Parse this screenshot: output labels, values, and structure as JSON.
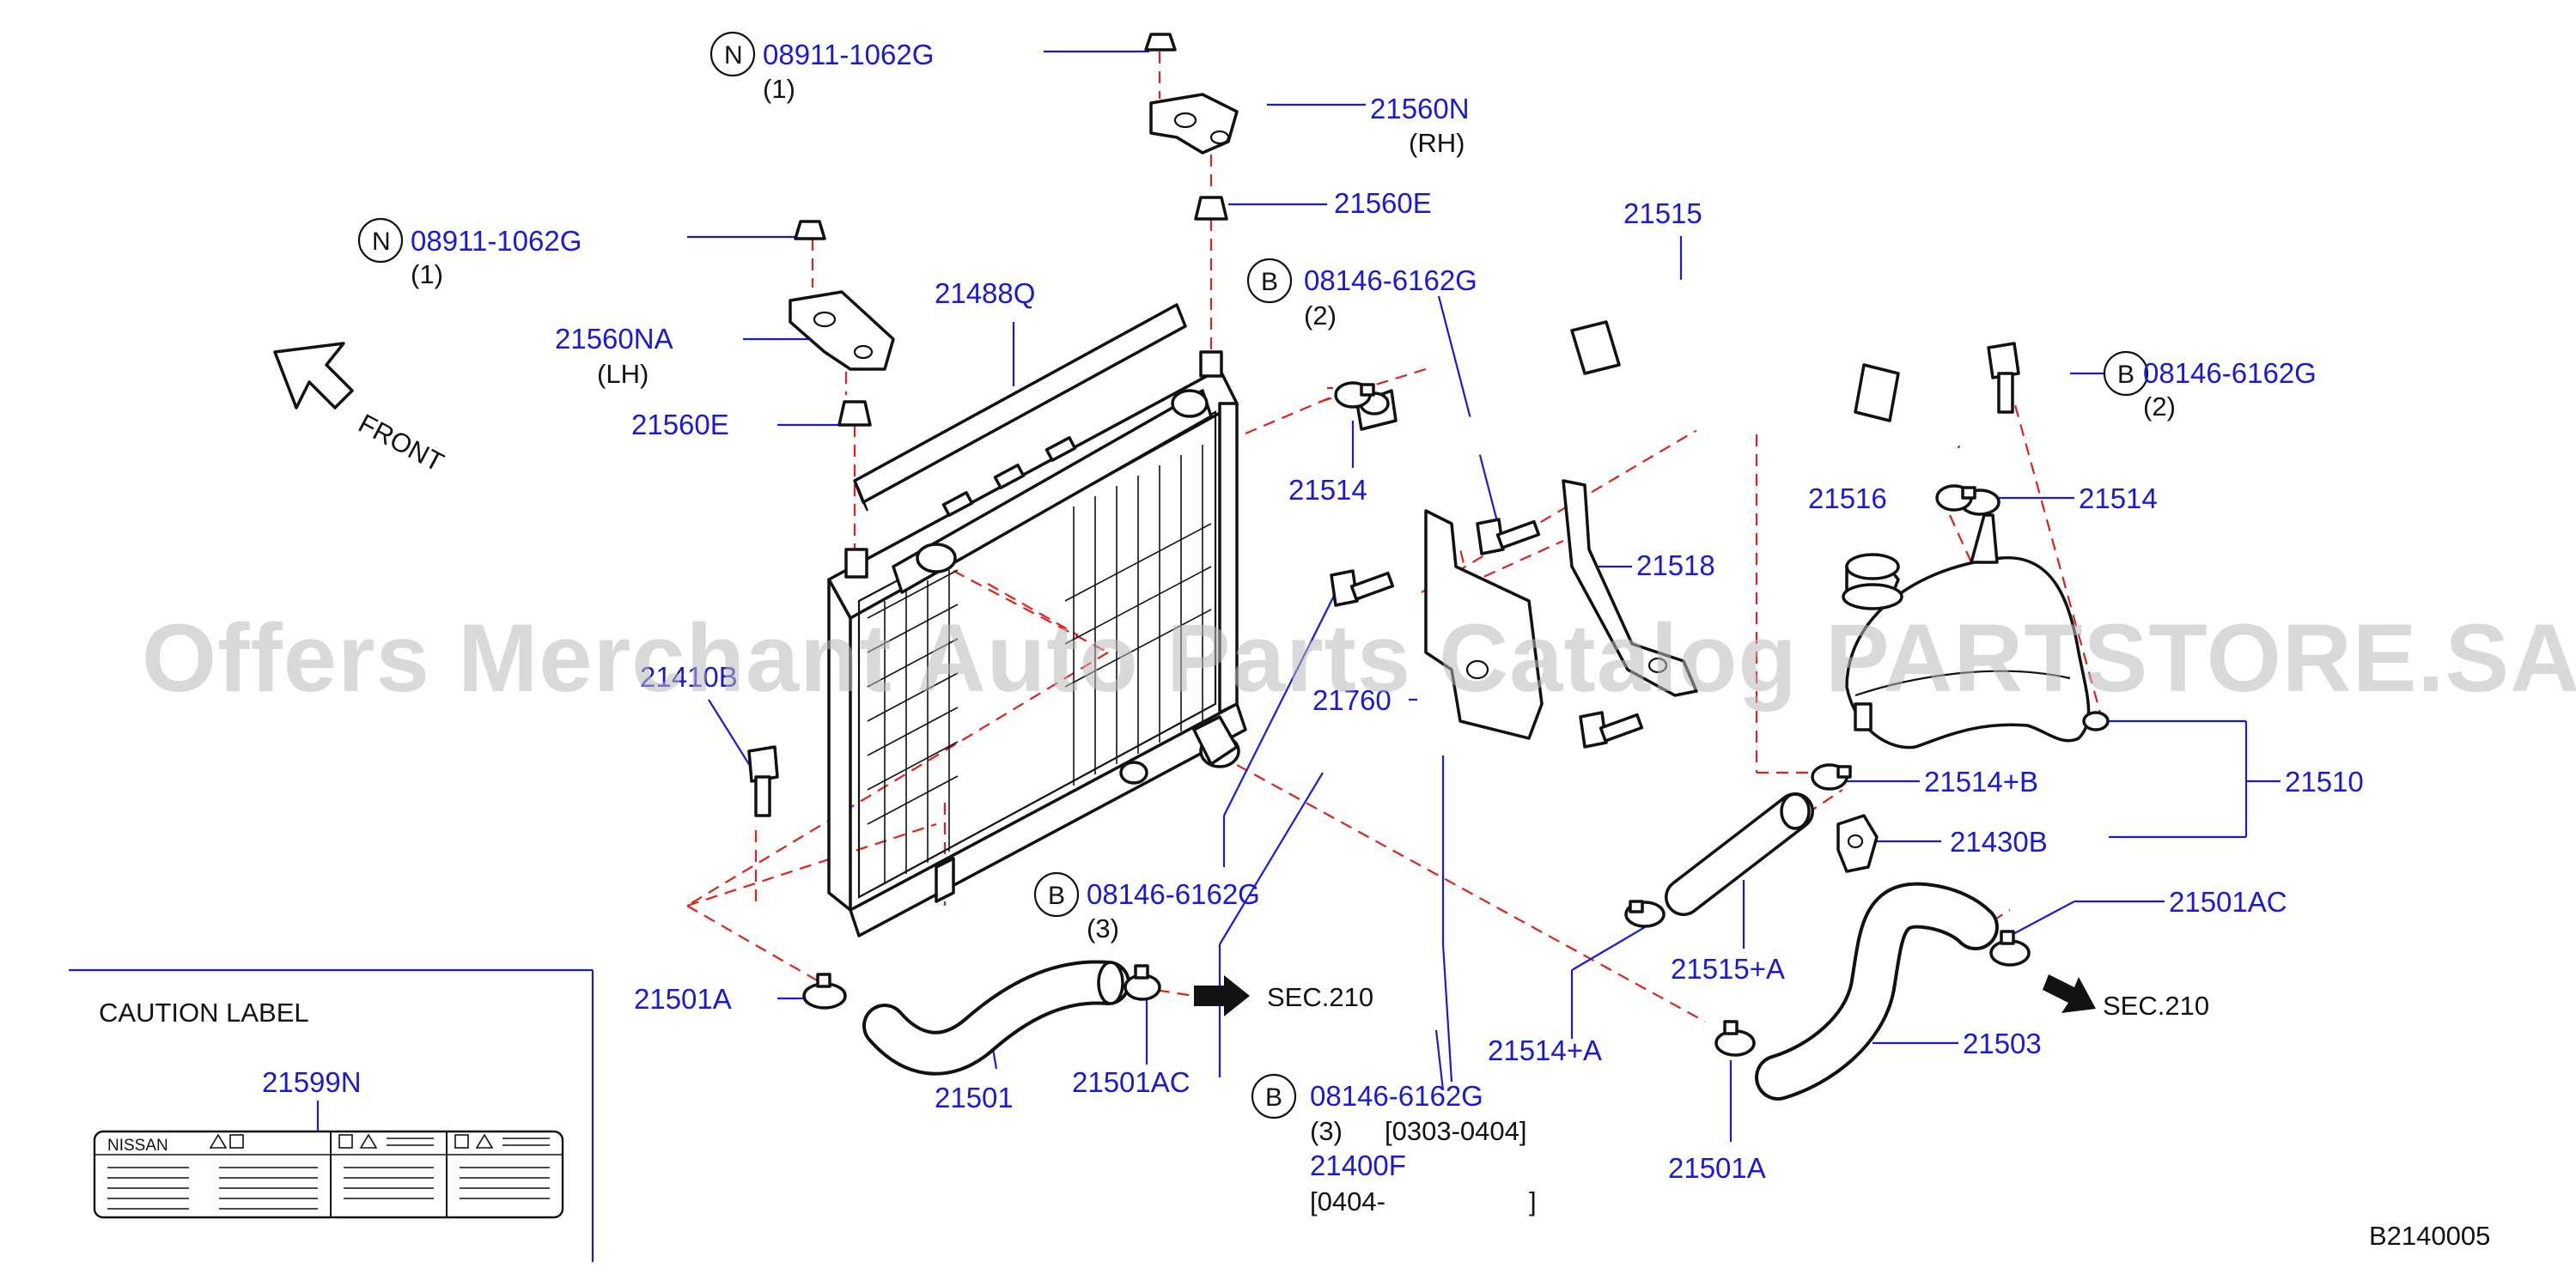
{
  "labels": {
    "nut_n_top": "08911-1062G",
    "nut_n_top_qty": "(1)",
    "bracket_rh": "21560N",
    "bracket_rh_side": "(RH)",
    "mount_top_rh": "21560E",
    "nut_n_left": "08911-1062G",
    "nut_n_left_qty": "(1)",
    "bracket_lh": "21560NA",
    "bracket_lh_side": "(LH)",
    "mount_lh": "21560E",
    "seal": "21488Q",
    "hose_overflow": "21515",
    "bolt_b_1": "08146-6162G",
    "bolt_b_1_qty": "(2)",
    "bolt_b_2": "08146-6162G",
    "bolt_b_2_qty": "(2)",
    "clamp_1": "21514",
    "clamp_2": "21514",
    "reservoir_cap": "21516",
    "bracket_plate": "21518",
    "bracket_lower": "21760",
    "drain_plug": "21410B",
    "clamp_b": "21514+B",
    "reservoir": "21510",
    "reservoir_bracket": "21430B",
    "bolt_b_3": "08146-6162G",
    "bolt_b_3_qty": "(3)",
    "clamp_upper_a": "21501A",
    "hose_upper": "21501",
    "clamp_upper_ac": "21501AC",
    "sec_left": "SEC.210",
    "hose_small": "21515+A",
    "clamp_small": "21514+A",
    "clamp_lower_ac": "21501AC",
    "sec_right": "SEC.210",
    "hose_lower": "21503",
    "clamp_lower_a": "21501A",
    "bolt_b_4": "08146-6162G",
    "bolt_b_4_qty": "(3)",
    "bolt_b_4_range": "[0303-0404]",
    "radiator": "21400F",
    "radiator_range_start": "[0404-",
    "radiator_range_end": "]",
    "front": "FRONT",
    "caution_title": "CAUTION   LABEL",
    "caution_part": "21599N",
    "caution_brand": "NISSAN",
    "diagram_code": "B2140005",
    "symbol_n": "N",
    "symbol_b": "B"
  },
  "watermark": "Offers Merchant Auto Parts Catalog PARTSTORE.SA",
  "colors": {
    "label": "#1a1ad6",
    "dash": "#e0201a",
    "line": "#111111",
    "watermark": "#b9b9b9"
  }
}
